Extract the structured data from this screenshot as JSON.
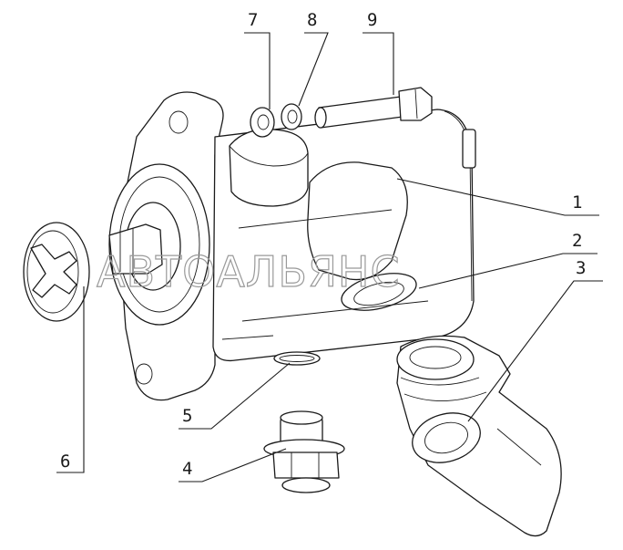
{
  "watermark": "АВТОАЛЬЯНС",
  "callouts": [
    {
      "id": "1",
      "label": "1"
    },
    {
      "id": "2",
      "label": "2"
    },
    {
      "id": "3",
      "label": "3"
    },
    {
      "id": "4",
      "label": "4"
    },
    {
      "id": "5",
      "label": "5"
    },
    {
      "id": "6",
      "label": "6"
    },
    {
      "id": "7",
      "label": "7"
    },
    {
      "id": "8",
      "label": "8"
    },
    {
      "id": "9",
      "label": "9"
    }
  ],
  "colors": {
    "line": "#1a1a1a",
    "watermark": "#9a9a9a",
    "background": "#ffffff"
  }
}
